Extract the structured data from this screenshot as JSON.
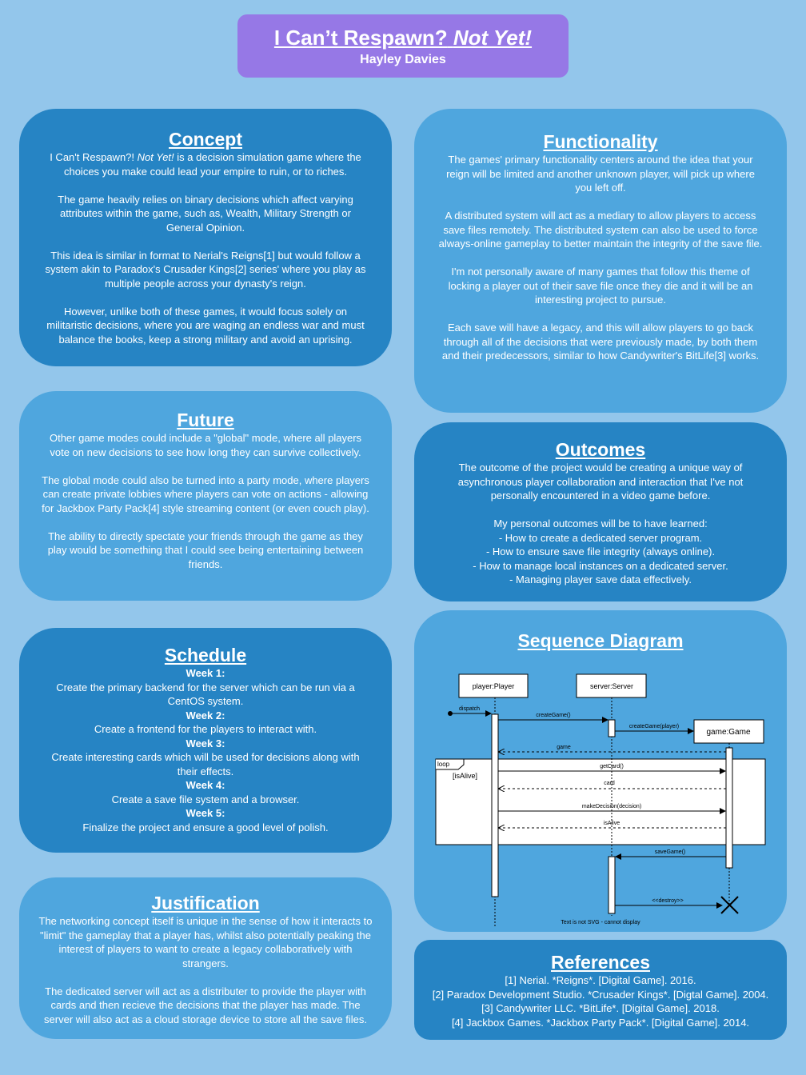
{
  "header": {
    "title_main": "I Can’t Respawn?",
    "title_italic": "Not Yet!",
    "author": "Hayley Davies"
  },
  "concept": {
    "heading": "Concept",
    "p1_before": "I Can't Respawn?! ",
    "p1_italic": "Not Yet!",
    "p1_after": " is a  decision simulation game where the choices you make could lead your empire to ruin, or to riches.",
    "p2": "The game heavily relies on binary decisions which affect varying attributes within the game, such as, Wealth, Military Strength or General Opinion.",
    "p3": "This idea is similar in format to Nerial's Reigns[1] but would follow a system akin to Paradox's Crusader Kings[2] series' where you play as multiple people across your dynasty's reign.",
    "p4": "However, unlike both of these games, it would focus solely on militaristic decisions, where you are waging an endless war and must balance the books, keep a strong military and avoid an uprising."
  },
  "functionality": {
    "heading": "Functionality",
    "p1": "The games' primary functionality centers around the idea that your reign will be limited and another unknown player, will pick up where you left off.",
    "p2": "A distributed system will act as a mediary to allow players to access save files remotely. The distributed system can also be used to force always-online gameplay to better maintain the integrity of the save file.",
    "p3": "I'm not personally aware of many games that follow this theme of locking a player out of their save file once they die and it will be an interesting project to pursue.",
    "p4": "Each save will have a legacy, and this will allow players to go back through all of the decisions that were previously made, by both them and their predecessors, similar to how Candywriter's BitLife[3] works."
  },
  "future": {
    "heading": "Future",
    "p1": "Other game modes could include a \"global\" mode, where all players vote on new decisions to see how long they can survive collectively.",
    "p2": "The global mode could also be turned into a party mode, where players can create private lobbies where players can vote on actions - allowing for Jackbox Party Pack[4] style streaming content (or even couch play).",
    "p3": "The ability to directly spectate your friends through the game as they play would be something that I could see being entertaining between friends."
  },
  "outcomes": {
    "heading": "Outcomes",
    "p1": "The outcome of the project would be creating a unique way of asynchronous player collaboration and interaction that I've not personally encountered in a video game before.",
    "intro": "My personal outcomes will be to have learned:",
    "items": [
      "- How to create a  dedicated server program.",
      "- How to ensure save file integrity (always online).",
      "- How to manage local instances on a dedicated server.",
      "- Managing player save data effectively."
    ]
  },
  "schedule": {
    "heading": "Schedule",
    "weeks": [
      {
        "label": "Week 1:",
        "text": "Create the primary backend for the server which can be run via a CentOS system."
      },
      {
        "label": "Week 2:",
        "text": "Create a frontend for the players to interact with."
      },
      {
        "label": "Week 3:",
        "text": "Create interesting cards which will be used for decisions along with their effects."
      },
      {
        "label": "Week 4:",
        "text": "Create a save file system and a browser."
      },
      {
        "label": "Week 5:",
        "text": "Finalize the project and ensure a good level of polish."
      }
    ]
  },
  "sequence": {
    "heading": "Sequence Diagram",
    "lifeline_player": "player:Player",
    "lifeline_server": "server:Server",
    "lifeline_game": "game:Game",
    "msg_dispatch": "dispatch",
    "msg_create_game": "createGame()",
    "msg_create_game_player": "createGame(player)",
    "msg_game": "game",
    "loop_label": "loop",
    "loop_guard": "[isAlive]",
    "msg_get_card": "getCard()",
    "msg_card": "card",
    "msg_make_decision": "makeDecision(decision)",
    "msg_is_alive": "isAlive",
    "msg_save_game": "saveGame()",
    "msg_destroy": "<<destroy>>",
    "footer_note": "Text is not SVG - cannot display"
  },
  "justification": {
    "heading": "Justification",
    "p1": "The networking concept itself is unique in the sense of how it interacts to \"limit\" the gameplay that a player has, whilst also potentially peaking the interest of players to want to create a  legacy collaboratively with strangers.",
    "p2": "The dedicated server will act as a distributer to provide the player with cards and then recieve the decisions that the player has made. The server will also act as a cloud storage device to store all the save files."
  },
  "references": {
    "heading": "References",
    "items": [
      "[1] Nerial. *Reigns*. [Digital Game]. 2016.",
      "[2] Paradox Development Studio. *Crusader Kings*. [Digtal Game]. 2004.",
      "[3] Candywriter LLC. *BitLife*. [Digital Game]. 2018.",
      "[4] Jackbox Games. *Jackbox Party Pack*. [Digital Game]. 2014."
    ]
  },
  "colors": {
    "background": "#93c6eb",
    "title_box": "#9678e6",
    "card_dark": "#2684c4",
    "card_light": "#4fa6de"
  }
}
